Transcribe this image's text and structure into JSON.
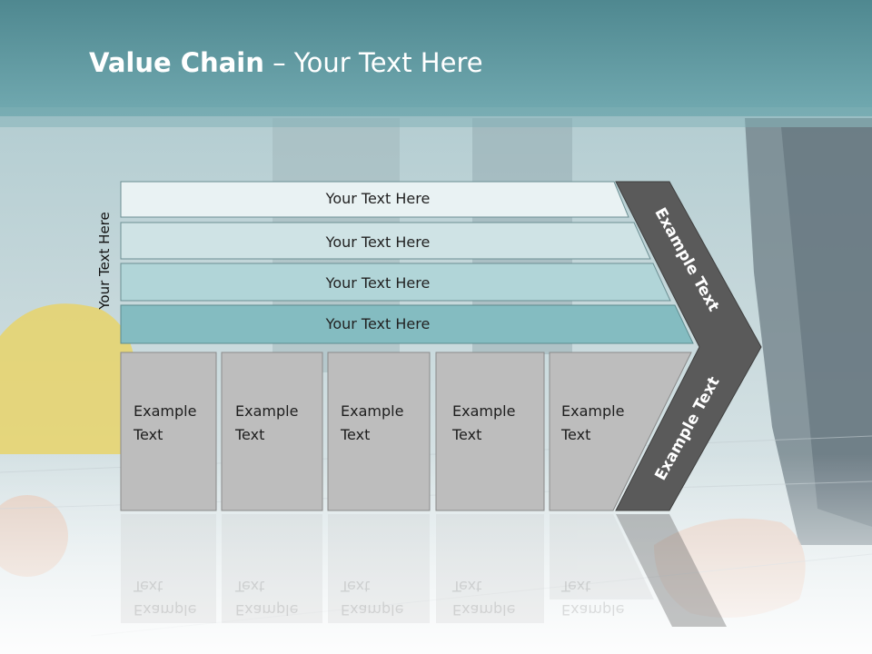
{
  "title": {
    "bold": "Value Chain",
    "rest": " – Your Text Here"
  },
  "side_label": "Your Text Here",
  "bars": [
    "Your Text Here",
    "Your Text Here",
    "Your Text Here",
    "Your Text Here"
  ],
  "boxes": [
    {
      "line1": "Example",
      "line2": "Text"
    },
    {
      "line1": "Example",
      "line2": "Text"
    },
    {
      "line1": "Example",
      "line2": "Text"
    },
    {
      "line1": "Example",
      "line2": "Text"
    },
    {
      "line1": "Example",
      "line2": "Text"
    }
  ],
  "chevron": {
    "upper": "Example Text",
    "lower": "Example Text"
  },
  "colors": {
    "header": "#5f9aa2",
    "bar_1": "#e9f2f3",
    "bar_2": "#cfe3e5",
    "bar_3": "#b1d5d8",
    "bar_4": "#84bcc1",
    "box": "#bdbdbd",
    "chevron": "#5a5a5a"
  }
}
